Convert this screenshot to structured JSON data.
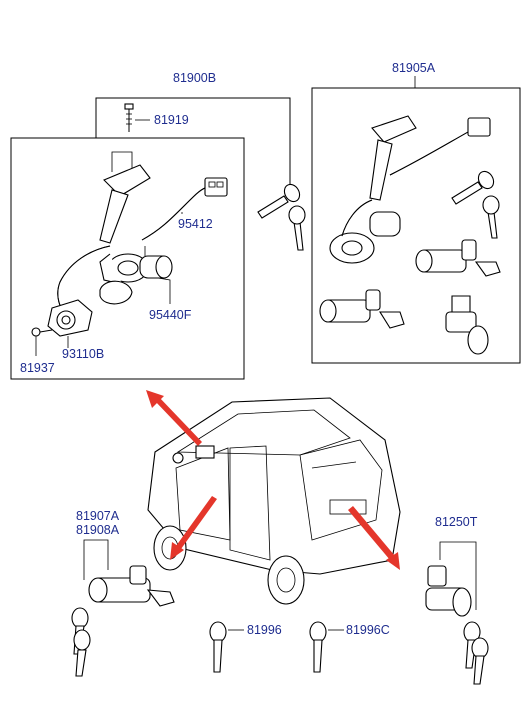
{
  "labels": {
    "p81900B": "81900B",
    "p81905A": "81905A",
    "p81919": "81919",
    "p95412": "95412",
    "p95440F": "95440F",
    "p93110B": "93110B",
    "p81937": "81937",
    "p81907A": "81907A",
    "p81908A": "81908A",
    "p81250T": "81250T",
    "p81996": "81996",
    "p81996C": "81996C"
  },
  "colors": {
    "label": "#1f2d8f",
    "arrow": "#e4362b",
    "line": "#000000"
  }
}
